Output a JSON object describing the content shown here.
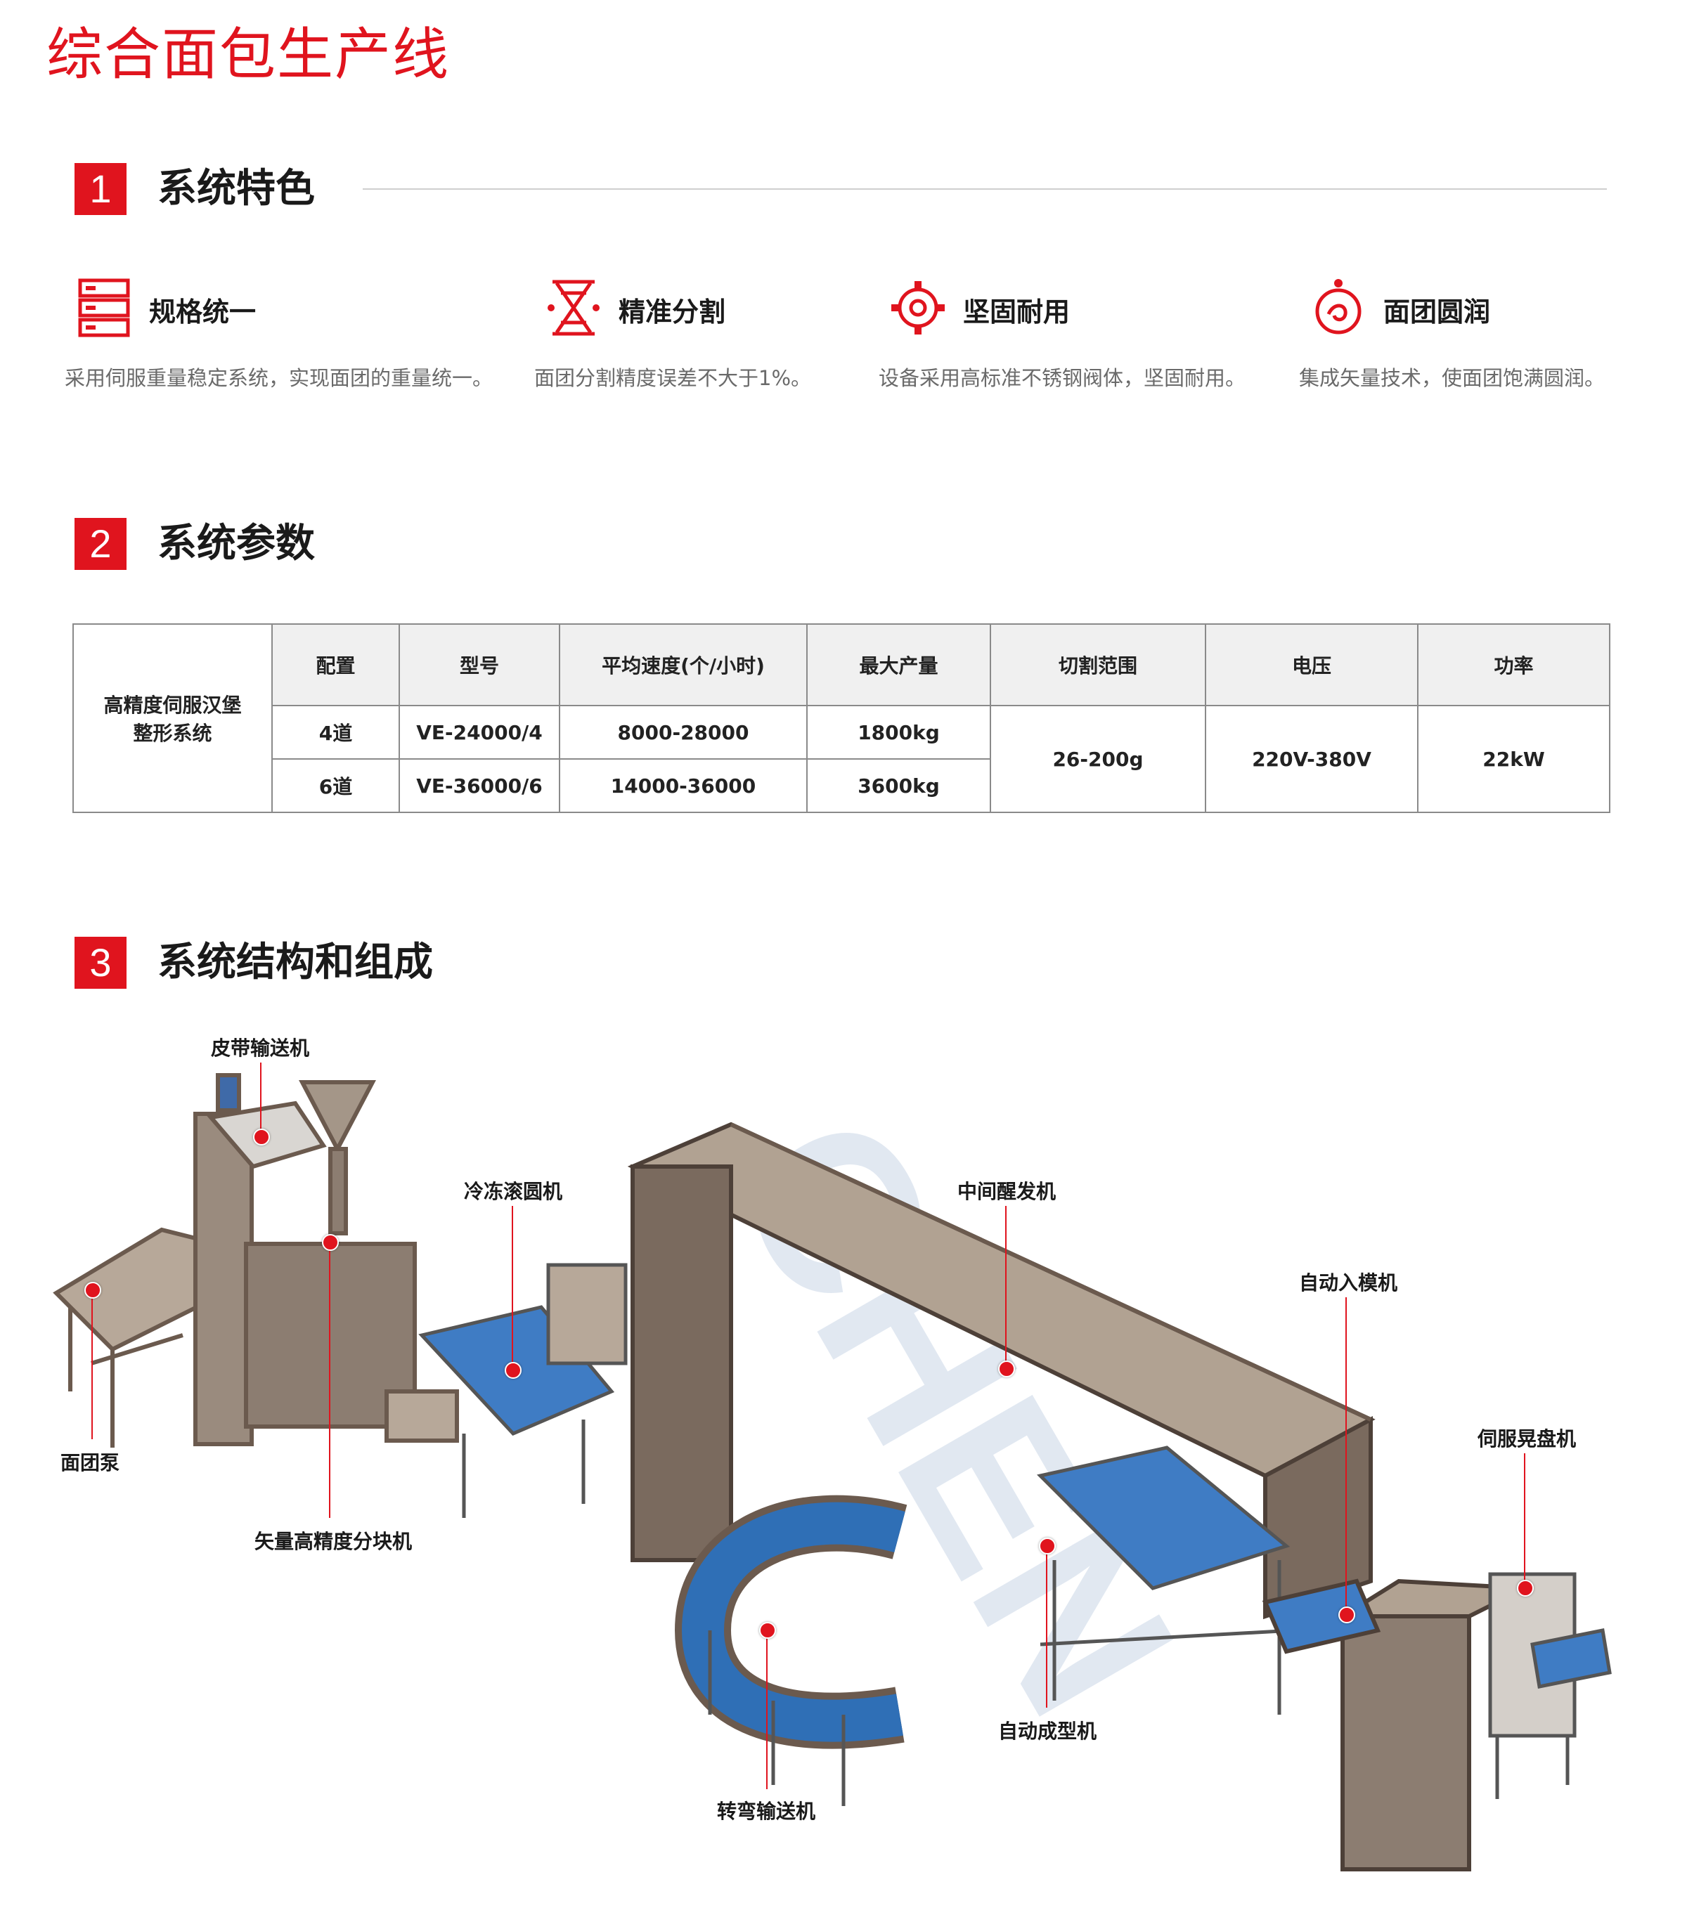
{
  "page": {
    "title": "综合面包生产线"
  },
  "sections": [
    {
      "num": "1",
      "title": "系统特色"
    },
    {
      "num": "2",
      "title": "系统参数"
    },
    {
      "num": "3",
      "title": "系统结构和组成"
    }
  ],
  "features": [
    {
      "icon": "server-rack-icon",
      "name": "规格统一",
      "desc": "采用伺服重量稳定系统，实现面团的重量统一。"
    },
    {
      "icon": "hourglass-icon",
      "name": "精准分割",
      "desc": "面团分割精度误差不大于1%。"
    },
    {
      "icon": "gear-icon",
      "name": "坚固耐用",
      "desc": "设备采用高标准不锈钢阀体，坚固耐用。"
    },
    {
      "icon": "dough-ball-icon",
      "name": "面团圆润",
      "desc": "集成矢量技术，使面团饱满圆润。"
    }
  ],
  "params_table": {
    "system_name_line1": "高精度伺服汉堡",
    "system_name_line2": "整形系统",
    "headers": [
      "配置",
      "型号",
      "平均速度(个/小时)",
      "最大产量",
      "切割范围",
      "电压",
      "功率"
    ],
    "rows": [
      {
        "config": "4道",
        "model": "VE-24000/4",
        "speed": "8000-28000",
        "output": "1800kg"
      },
      {
        "config": "6道",
        "model": "VE-36000/6",
        "speed": "14000-36000",
        "output": "3600kg"
      }
    ],
    "shared": {
      "cut_range": "26-200g",
      "voltage": "220V-380V",
      "power": "22kW"
    }
  },
  "diagram": {
    "watermark": "CHEN",
    "labels": {
      "belt_conveyor": "皮带输送机",
      "dough_pump": "面团泵",
      "divider": "矢量高精度分块机",
      "rounder": "冷冻滚圆机",
      "proofer": "中间醒发机",
      "panning": "自动入模机",
      "tray_shaker": "伺服晃盘机",
      "forming": "自动成型机",
      "curve_conveyor": "转弯输送机"
    }
  },
  "colors": {
    "accent": "#e0141e",
    "machine_frame": "#6b5a4e",
    "conveyor_belt": "#2f6fb6"
  }
}
